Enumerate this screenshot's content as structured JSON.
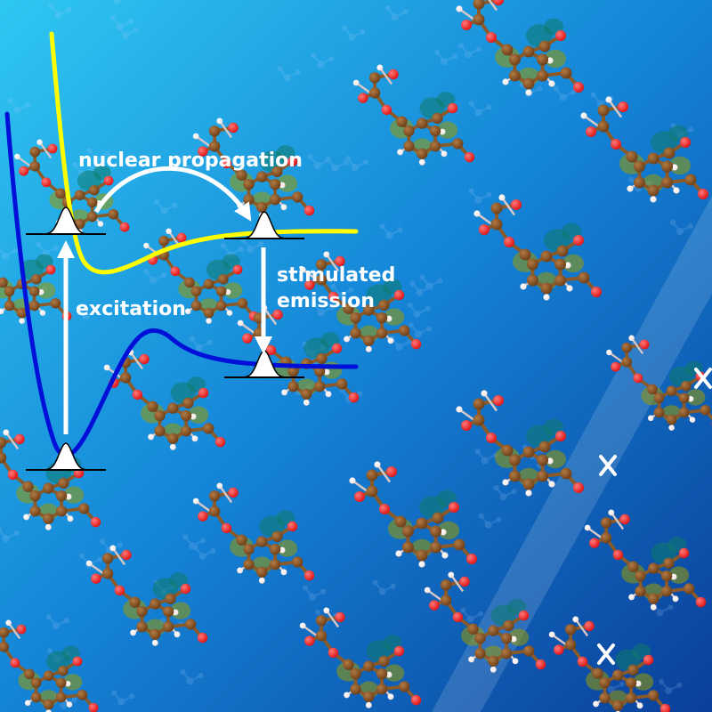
{
  "labels": {
    "nuclear_propagation": "nuclear propagation",
    "excitation": "excitation",
    "stimulated_line1": "stimulated",
    "stimulated_line2": "emission"
  },
  "colors": {
    "background_light": "#2fc7f2",
    "background_mid": "#1483d6",
    "background_dark": "#0a3f9a",
    "excited_state_curve": "#ffff00",
    "ground_state_curve": "#0010d8",
    "arrow": "#ffffff",
    "wavepacket": "#ffffff",
    "carbon_atom": "#6b3d16",
    "oxygen_atom": "#e01010",
    "hydrogen_atom": "#f2e0e0",
    "orbital_yellow": "#9a9a00",
    "orbital_teal": "#0f7a6a",
    "break_mark": "#ffffff"
  },
  "icons": {
    "wavepacket": "gaussian-wavepacket-icon",
    "bond_break": "x-break-icon"
  }
}
